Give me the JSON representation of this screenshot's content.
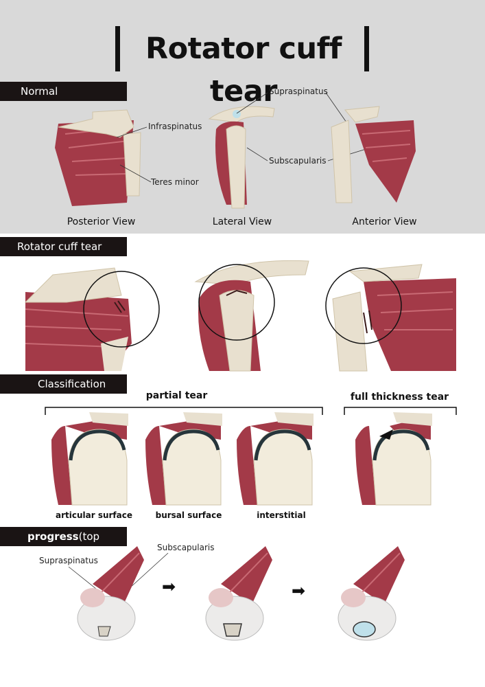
{
  "title": "Rotator cuff tear",
  "sections": {
    "normal": "Normal",
    "tear": "Rotator cuff tear",
    "classification": "Classification",
    "progress_bold": "progress",
    "progress_rest": "(top view)"
  },
  "normal_views": {
    "posterior": "Posterior View",
    "lateral": "Lateral View",
    "anterior": "Anterior View"
  },
  "muscle_labels": {
    "supraspinatus": "Supraspinatus",
    "infraspinatus": "Infraspinatus",
    "subscapularis": "Subscapularis",
    "teres_minor": "Teres minor"
  },
  "classification": {
    "partial_group": "partial tear",
    "full_group": "full thickness tear",
    "types": [
      "articular surface",
      "bursal surface",
      "interstitial"
    ]
  },
  "progress_labels": {
    "supraspinatus": "Supraspinatus",
    "subscapularis": "Subscapularis"
  },
  "colors": {
    "muscle": "#a33a48",
    "muscle_light": "#c96a74",
    "bone": "#e8e0cf",
    "bone_shade": "#cfc3a8",
    "band": "#d9d9d9",
    "label_bg": "#1a1414",
    "cartilage": "#26353b"
  }
}
